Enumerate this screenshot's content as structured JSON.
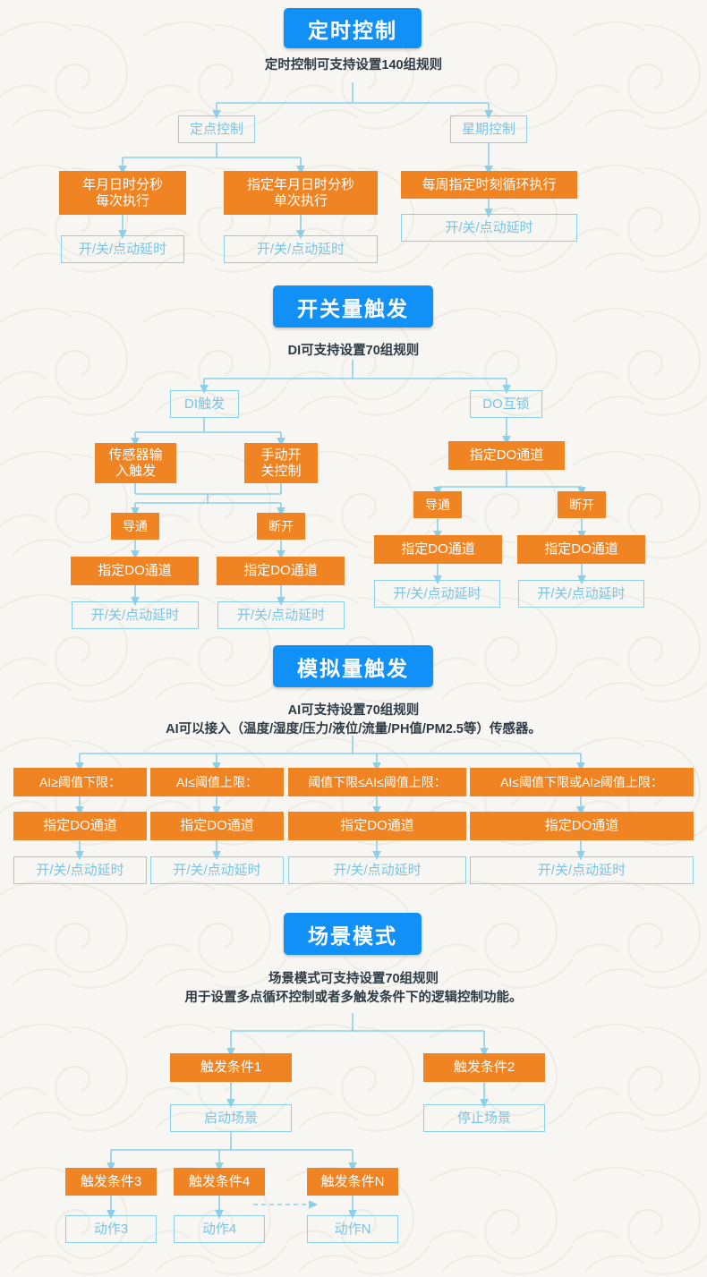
{
  "page": {
    "background_color": "#f7f6f3",
    "accent_blue": "#1190f7",
    "accent_orange": "#f08423",
    "line_blue": "#8ccfe9",
    "outline_text_blue": "#79c4e4"
  },
  "sections": [
    {
      "id": "timing-control",
      "badge": "定时控制",
      "description": "定时控制可支持设置140组规则",
      "nodes": {
        "branch_left": "定点控制",
        "branch_right": "星期控制",
        "left_child_1": "年月日时分秒\n每次执行",
        "left_child_2": "指定年月日时分秒\n单次执行",
        "right_child_1": "每周指定时刻循环执行",
        "action_1": "开/关/点动延时",
        "action_2": "开/关/点动延时",
        "action_3": "开/关/点动延时"
      }
    },
    {
      "id": "digital-input-trigger",
      "badge": "开关量触发",
      "description": "DI可支持设置70组规则",
      "nodes": {
        "branch_left": "DI触发",
        "branch_right": "DO互锁",
        "di_source_1": "传感器输\n入触发",
        "di_source_2": "手动开\n关控制",
        "di_state_1": "导通",
        "di_state_2": "断开",
        "di_channel_1": "指定DO通道",
        "di_channel_2": "指定DO通道",
        "di_action_1": "开/关/点动延时",
        "di_action_2": "开/关/点动延时",
        "do_channel": "指定DO通道",
        "do_state_1": "导通",
        "do_state_2": "断开",
        "do_channel_1": "指定DO通道",
        "do_channel_2": "指定DO通道",
        "do_action_1": "开/关/点动延时",
        "do_action_2": "开/关/点动延时"
      }
    },
    {
      "id": "analog-trigger",
      "badge": "模拟量触发",
      "description": "AI可支持设置70组规则\nAI可以接入（温度/湿度/压力/液位/流量/PH值/PM2.5等）传感器。",
      "conditions": [
        "AI≥阈值下限：",
        "AI≤阈值上限：",
        "阈值下限≤AI≤阈值上限：",
        "AI≤阈值下限或AI≥阈值上限："
      ],
      "channels": [
        "指定DO通道",
        "指定DO通道",
        "指定DO通道",
        "指定DO通道"
      ],
      "actions": [
        "开/关/点动延时",
        "开/关/点动延时",
        "开/关/点动延时",
        "开/关/点动延时"
      ]
    },
    {
      "id": "scene-mode",
      "badge": "场景模式",
      "description": "场景模式可支持设置70组规则\n用于设置多点循环控制或者多触发条件下的逻辑控制功能。",
      "nodes": {
        "trigger_1": "触发条件1",
        "trigger_2": "触发条件2",
        "scene_start": "启动场景",
        "scene_stop": "停止场景",
        "trigger_3": "触发条件3",
        "trigger_4": "触发条件4",
        "trigger_n": "触发条件N",
        "action_3": "动作3",
        "action_4": "动作4",
        "action_n": "动作N"
      }
    }
  ]
}
